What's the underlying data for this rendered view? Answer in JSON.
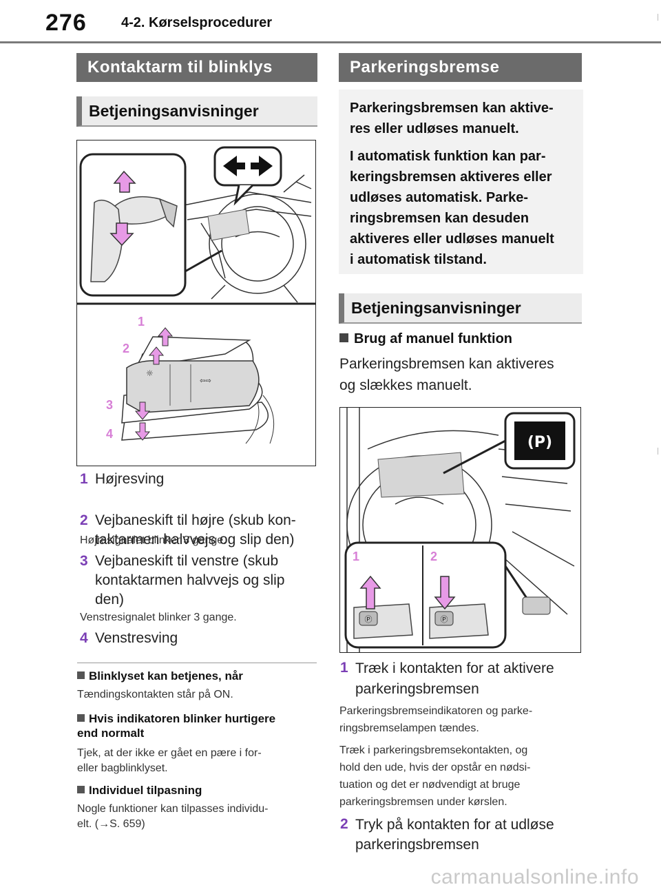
{
  "header": {
    "page_number": "276",
    "section_title": "4-2. Kørselsprocedurer"
  },
  "left": {
    "box_title": "Kontaktarm til blinklys",
    "subhead": "Betjeningsanvisninger",
    "figure_callouts": [
      "1",
      "2",
      "3",
      "4"
    ],
    "steps": [
      {
        "num": "1",
        "text": "Højresving"
      },
      {
        "num": "2",
        "text": "Vejbaneskift til højre (skub kon-\ntaktarmen halvvejs og slip den)"
      },
      {
        "num": "3",
        "text": "Vejbaneskift til venstre (skub\nkontaktarmen halvvejs og slip\nden)"
      },
      {
        "num": "4",
        "text": "Venstresving"
      }
    ],
    "step2_note": "Højresignalet blinker 3 gange.",
    "step3_note": "Venstresignalet blinker 3 gange.",
    "notes": [
      {
        "head": "Blinklyset kan betjenes, når",
        "body": "Tændingskontakten står på ON."
      },
      {
        "head": "Hvis indikatoren blinker hurtigere\nend normalt",
        "body": "Tjek, at der ikke er gået en pære i for-\neller bagblinklyset."
      },
      {
        "head": "Individuel tilpasning",
        "body": "Nogle funktioner kan tilpasses individu-\nelt. (→S. 659)"
      }
    ]
  },
  "right": {
    "box_title": "Parkeringsbremse",
    "intro_p1": "Parkeringsbremsen kan aktive-\nres eller udløses manuelt.",
    "intro_p2": "I automatisk funktion kan par-\nkeringsbremsen aktiveres eller\nudløses automatisk. Parke-\nringsbremsen kan desuden\naktiveres eller udløses manuelt\ni automatisk tilstand.",
    "subhead": "Betjeningsanvisninger",
    "manual_title": "Brug af manuel funktion",
    "manual_body": "Parkeringsbremsen kan aktiveres\nog slækkes manuelt.",
    "figure_callouts": [
      "1",
      "2"
    ],
    "indicator_glyph": "(P)",
    "steps": [
      {
        "num": "1",
        "text": "Træk i kontakten for at aktivere\nparkeringsbremsen"
      },
      {
        "num": "2",
        "text": "Tryk på kontakten for at udløse\nparkeringsbremsen"
      }
    ],
    "step1_note1": "Parkeringsbremseindikatoren og parke-\nringsbremselampen tændes.",
    "step1_note2": "Træk i parkeringsbremsekontakten, og\nhold den ude, hvis der opstår en nødsi-\ntuation og det er nødvendigt at bruge\nparkeringsbremsen under kørslen."
  },
  "watermark": "carmanualsonline.info",
  "colors": {
    "accent_purple": "#7b3fb5",
    "arrow_pink": "#e79ae6",
    "box_gray": "#6b6b6b"
  }
}
